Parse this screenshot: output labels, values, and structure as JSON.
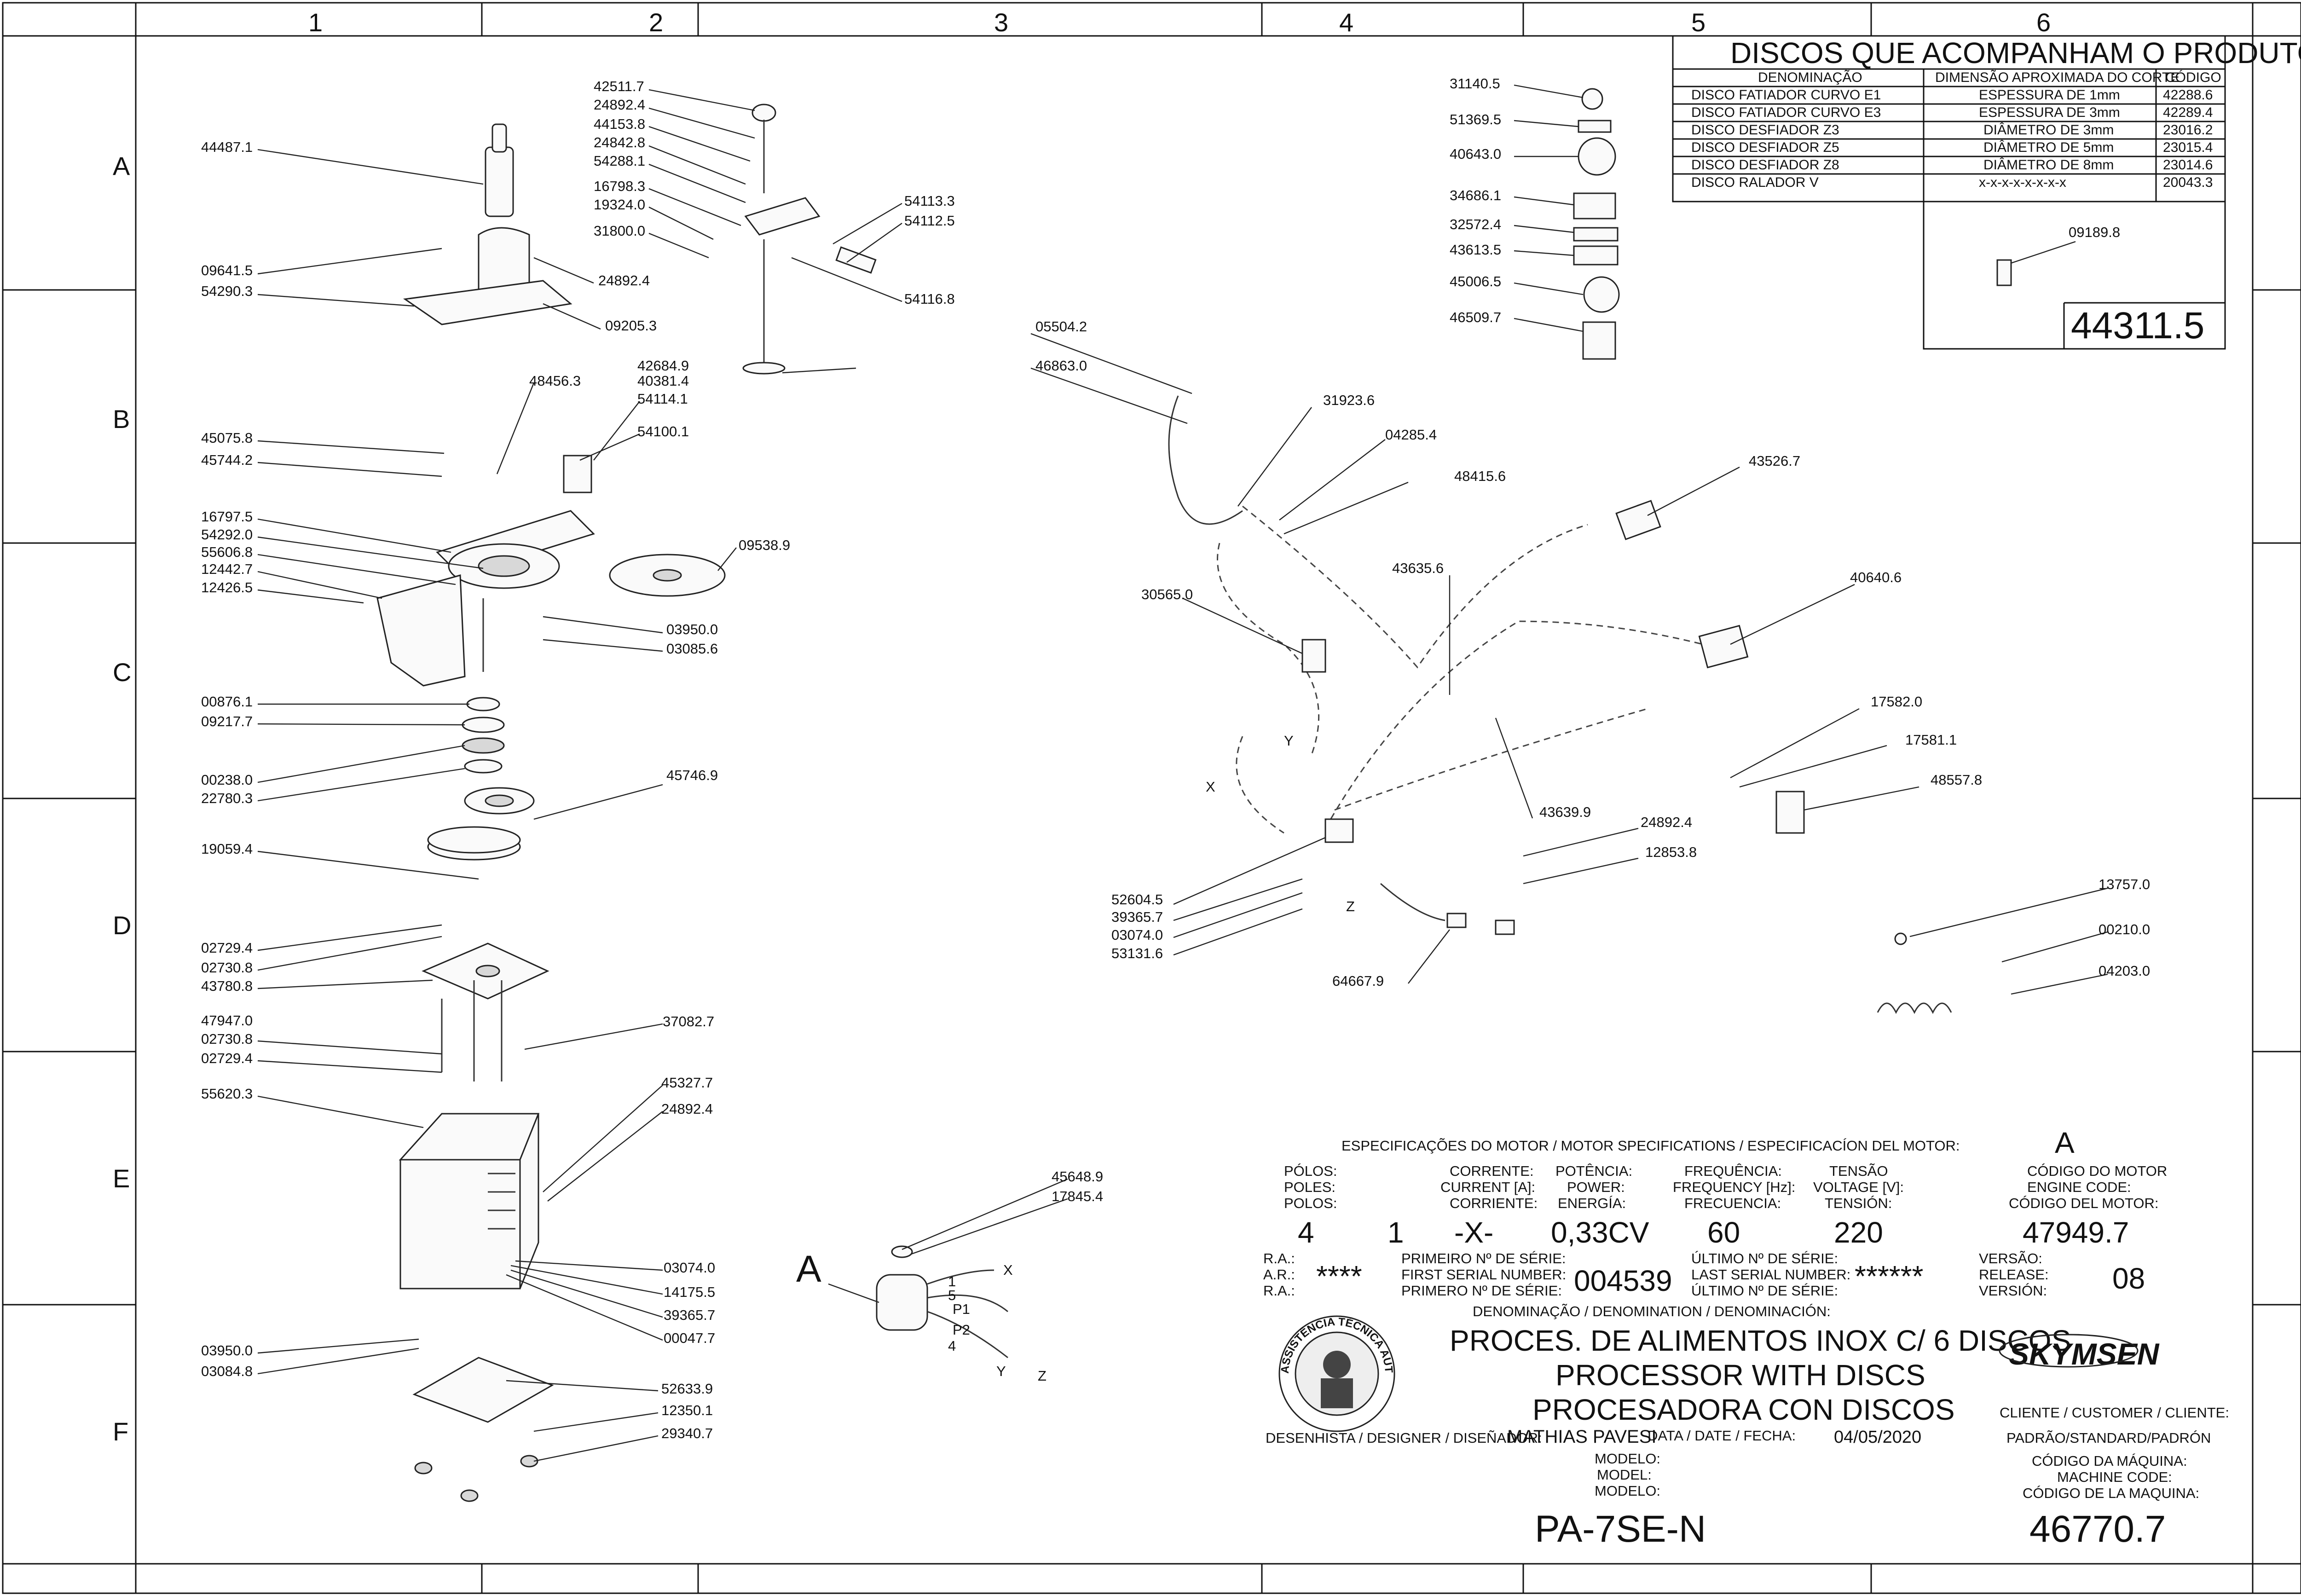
{
  "grid": {
    "columns": [
      "1",
      "2",
      "3",
      "4",
      "5",
      "6"
    ],
    "rows": [
      "A",
      "B",
      "C",
      "D",
      "E",
      "F"
    ]
  },
  "callouts": {
    "col1": [
      "44487.1",
      "09641.5",
      "54290.3",
      "24892.4",
      "09205.3",
      "45075.8",
      "45744.2",
      "48456.3",
      "16797.5",
      "54292.0",
      "55606.8",
      "12442.7",
      "12426.5",
      "03950.0",
      "03085.6",
      "00876.1",
      "09217.7",
      "00238.0",
      "22780.3",
      "45746.9",
      "19059.4",
      "02729.4",
      "02730.8",
      "43780.8",
      "47947.0",
      "02730.8",
      "02729.4",
      "37082.7",
      "55620.3",
      "45327.7",
      "24892.4",
      "03074.0",
      "14175.5",
      "39365.7",
      "00047.7",
      "03950.0",
      "03084.8",
      "52633.9",
      "12350.1",
      "29340.7"
    ],
    "col2": [
      "42511.7",
      "24892.4",
      "44153.8",
      "24842.8",
      "54288.1",
      "16798.3",
      "19324.0",
      "31800.0",
      "54113.3",
      "54112.5",
      "54116.8",
      "42684.9",
      "40381.4",
      "54114.1",
      "54100.1",
      "09538.9",
      "45648.9",
      "17845.4"
    ],
    "col4": [
      "05504.2",
      "46863.0",
      "31923.6",
      "04285.4",
      "48415.6",
      "43635.6",
      "43526.7",
      "30565.0",
      "40640.6",
      "17582.0",
      "17581.1",
      "48557.8",
      "43639.9",
      "24892.4",
      "12853.8",
      "52604.5",
      "39365.7",
      "03074.0",
      "53131.6",
      "64667.9",
      "13757.0",
      "00210.0",
      "04203.0"
    ],
    "labels_col5": [
      "31140.5",
      "51369.5",
      "40643.0",
      "34686.1",
      "32572.4",
      "43613.5",
      "45006.5",
      "46509.7"
    ],
    "side_part": "09189.8",
    "frame_number": "44311.5"
  },
  "wire_letters": {
    "x": "X",
    "y": "Y",
    "z": "Z",
    "p1": "P1",
    "p2": "P2",
    "n1": "1",
    "n5": "5",
    "n4": "4",
    "detail": "A"
  },
  "discs_table": {
    "title": "DISCOS QUE ACOMPANHAM O PRODUTO",
    "headers": [
      "DENOMINAÇÃO",
      "DIMENSÃO APROXIMADA DO CORTE",
      "CÓDIGO"
    ],
    "rows": [
      [
        "DISCO FATIADOR CURVO E1",
        "ESPESSURA DE 1mm",
        "42288.6"
      ],
      [
        "DISCO FATIADOR CURVO E3",
        "ESPESSURA DE 3mm",
        "42289.4"
      ],
      [
        "DISCO DESFIADOR Z3",
        "DIÂMETRO DE 3mm",
        "23016.2"
      ],
      [
        "DISCO DESFIADOR Z5",
        "DIÂMETRO DE 5mm",
        "23015.4"
      ],
      [
        "DISCO DESFIADOR Z8",
        "DIÂMETRO DE 8mm",
        "23014.6"
      ],
      [
        "DISCO RALADOR V",
        "x-x-x-x-x-x-x-x",
        "20043.3"
      ]
    ]
  },
  "motor": {
    "header": "ESPECIFICAÇÕES DO MOTOR / MOTOR SPECIFICATIONS / ESPECIFICACÍON DEL MOTOR:",
    "ref": "A",
    "poles_label": [
      "PÓLOS:",
      "POLES:",
      "POLOS:"
    ],
    "current_label": [
      "CORRENTE:",
      "CURRENT [A]:",
      "CORRIENTE:"
    ],
    "power_label": [
      "POTÊNCIA:",
      "POWER:",
      "ENERGÍA:"
    ],
    "freq_label": [
      "FREQUÊNCIA:",
      "FREQUENCY [Hz]:",
      "FRECUENCIA:"
    ],
    "voltage_label": [
      "TENSÃO",
      "VOLTAGE [V]:",
      "TENSIÓN:"
    ],
    "code_label": [
      "CÓDIGO DO MOTOR",
      "ENGINE CODE:",
      "CÓDIGO DEL MOTOR:"
    ],
    "poles": "4",
    "extra": "1",
    "current": "-X-",
    "power": "0,33CV",
    "frequency": "60",
    "voltage": "220",
    "code": "47949.7"
  },
  "title_block": {
    "ra_labels": [
      "R.A.:",
      "A.R.:",
      "R.A.:"
    ],
    "ra_value": "****",
    "first_serial_labels": [
      "PRIMEIRO Nº DE SÉRIE:",
      "FIRST SERIAL NUMBER:",
      "PRIMERO Nº DE SÉRIE:"
    ],
    "first_serial": "004539",
    "last_serial_labels": [
      "ÚLTIMO Nº DE SÉRIE:",
      "LAST SERIAL NUMBER:",
      "ÚLTIMO Nº DE SÉRIE:"
    ],
    "last_serial": "******",
    "version_labels": [
      "VERSÃO:",
      "RELEASE:",
      "VERSIÓN:"
    ],
    "version": "08",
    "denomination_label": "DENOMINAÇÃO / DENOMINATION / DENOMINACIÓN:",
    "denomination": [
      "PROCES. DE ALIMENTOS INOX C/ 6 DISCOS",
      "PROCESSOR WITH DISCS",
      "PROCESADORA CON DISCOS"
    ],
    "brand": "SKYMSEN",
    "stamp_text": "ASSISTÊNCIA TÉCNICA AUTORIZADA",
    "designer_label": "DESENHISTA / DESIGNER / DISEÑADOR:",
    "designer": "MATHIAS PAVESI",
    "date_label": "DATA / DATE / FECHA:",
    "date": "04/05/2020",
    "client_label": "CLIENTE / CUSTOMER / CLIENTE:",
    "client": "PADRÃO/STANDARD/PADRÓN",
    "model_labels": [
      "MODELO:",
      "MODEL:",
      "MODELO:"
    ],
    "model": "PA-7SE-N",
    "machine_code_labels": [
      "CÓDIGO DA MÁQUINA:",
      "MACHINE CODE:",
      "CÓDIGO DE LA MAQUINA:"
    ],
    "machine_code": "46770.7"
  }
}
